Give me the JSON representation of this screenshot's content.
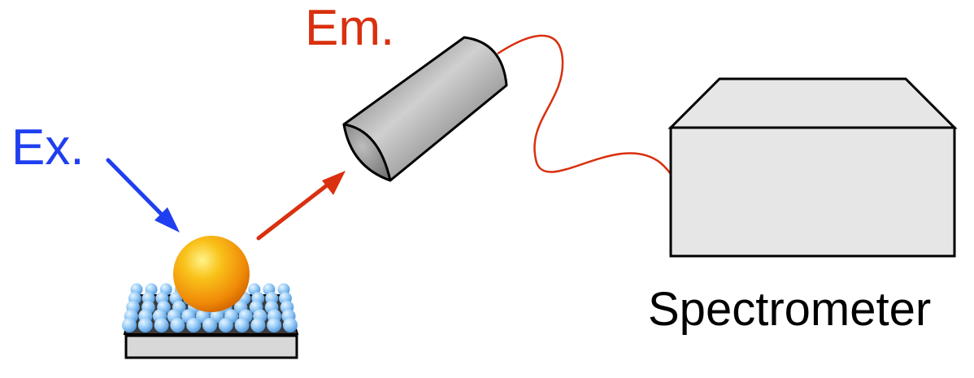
{
  "labels": {
    "excitation": "Ex.",
    "emission": "Em.",
    "spectrometer": "Spectrometer"
  },
  "colors": {
    "excitation": "#1f3ff0",
    "emission": "#d9300f",
    "fiber": "#d9300f",
    "outline": "#000000",
    "box_fill": "#e6e6e6",
    "substrate_fill": "#d8d8d8"
  },
  "icons": {
    "detector": "cylinder-detector-icon",
    "particle": "gold-nanoparticle-icon",
    "substrate": "bead-substrate-icon",
    "spectrometer": "spectrometer-box-icon"
  }
}
